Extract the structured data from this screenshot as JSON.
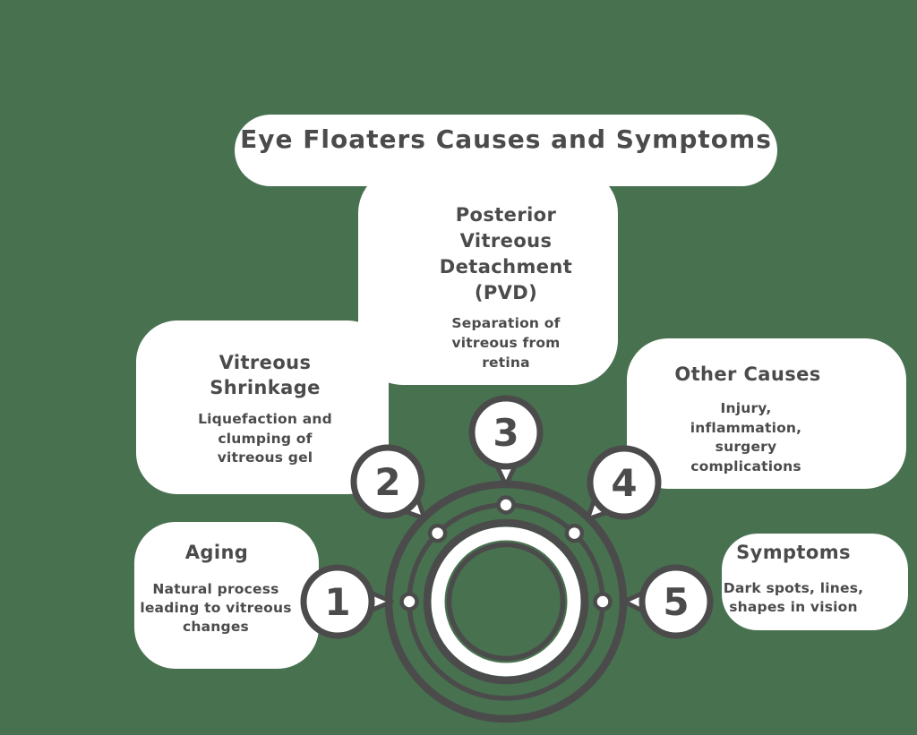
{
  "title": "Eye Floaters Causes and Symptoms",
  "colors": {
    "background": "#48714F",
    "ink": "#4B4B4B",
    "card": "#FFFFFF"
  },
  "center_graphic": {
    "description": "concentric-rings-with-dots",
    "ring_dots_count": 5
  },
  "nodes": [
    {
      "num": "1",
      "title": "Aging",
      "desc": "Natural process\nleading to vitreous\nchanges"
    },
    {
      "num": "2",
      "title": "Vitreous\nShrinkage",
      "desc": "Liquefaction and\nclumping of\nvitreous gel"
    },
    {
      "num": "3",
      "title": "Posterior\nVitreous\nDetachment\n(PVD)",
      "desc": "Separation of\nvitreous from\nretina"
    },
    {
      "num": "4",
      "title": "Other Causes",
      "desc": "Injury,\ninflammation,\nsurgery\ncomplications"
    },
    {
      "num": "5",
      "title": "Symptoms",
      "desc": "Dark spots, lines,\nshapes in vision"
    }
  ]
}
